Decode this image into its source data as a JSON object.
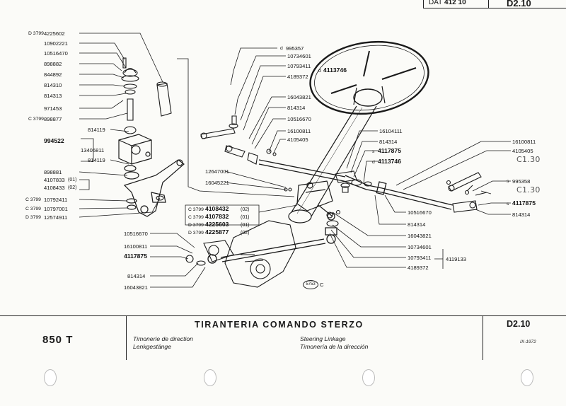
{
  "header": {
    "dat_prefix": "DAT",
    "dat_number": "412 10",
    "code": "D2.10"
  },
  "footer": {
    "model": "850 T",
    "title": "TIRANTERIA COMANDO STERZO",
    "subtitle_fr": "Timonerie de direction",
    "subtitle_de": "Lenkgestänge",
    "subtitle_en": "Steering Linkage",
    "subtitle_es": "Timonería de la dirección",
    "code": "D2.10",
    "date": "IX-1972"
  },
  "diagram": {
    "reference_mark": "5753",
    "reference_letter": "C",
    "left_column": [
      {
        "prefix": "D 3799",
        "number": "4225602",
        "bold": false
      },
      {
        "prefix": "",
        "number": "10902221",
        "bold": false
      },
      {
        "prefix": "",
        "number": "10516470",
        "bold": false
      },
      {
        "prefix": "",
        "number": "898882",
        "bold": false
      },
      {
        "prefix": "",
        "number": "844892",
        "bold": false
      },
      {
        "prefix": "",
        "number": "814310",
        "bold": false
      },
      {
        "prefix": "",
        "number": "814313",
        "bold": false
      },
      {
        "prefix": "",
        "number": "971453",
        "bold": false
      },
      {
        "prefix": "C 3799",
        "number": "898877",
        "bold": false
      }
    ],
    "box_column": [
      {
        "number": "814119",
        "bold": false
      },
      {
        "number": "994522",
        "bold": true
      },
      {
        "number": "13406811",
        "bold": false
      },
      {
        "number": "814119",
        "bold": false
      }
    ],
    "lower_left": [
      {
        "prefix": "",
        "number": "898881",
        "suffix": ""
      },
      {
        "prefix": "",
        "number": "4107833",
        "suffix": "(01)"
      },
      {
        "prefix": "",
        "number": "4108433",
        "suffix": "(02)"
      },
      {
        "prefix": "C 3799",
        "number": "10792411",
        "suffix": ""
      },
      {
        "prefix": "C 3799",
        "number": "10797001",
        "suffix": ""
      },
      {
        "prefix": "D 3799",
        "number": "12574911",
        "suffix": ""
      }
    ],
    "center_top": [
      {
        "prefix": "d",
        "number": "995357",
        "bold": false
      },
      {
        "prefix": "",
        "number": "10734601",
        "bold": false
      },
      {
        "prefix": "",
        "number": "10793411",
        "bold": false
      },
      {
        "prefix": "",
        "number": "4189372",
        "bold": false
      },
      {
        "prefix": "d",
        "number": "4113746",
        "bold": true
      },
      {
        "prefix": "",
        "number": "16043821",
        "bold": false
      },
      {
        "prefix": "",
        "number": "814314",
        "bold": false
      },
      {
        "prefix": "",
        "number": "10516670",
        "bold": false
      },
      {
        "prefix": "",
        "number": "16100811",
        "bold": false
      },
      {
        "prefix": "",
        "number": "4105405",
        "bold": false
      }
    ],
    "center_mid": [
      {
        "prefix": "",
        "number": "16104111",
        "bold": false
      },
      {
        "prefix": "",
        "number": "814314",
        "bold": false
      },
      {
        "prefix": "s",
        "number": "4117875",
        "bold": true
      },
      {
        "prefix": "d",
        "number": "4113746",
        "bold": true
      },
      {
        "prefix": "",
        "number": "12647001",
        "bold": false
      },
      {
        "prefix": "",
        "number": "16045221",
        "bold": false
      }
    ],
    "center_box": [
      {
        "prefix": "C 3799",
        "number": "4108432",
        "suffix": "(02)"
      },
      {
        "prefix": "C 3799",
        "number": "4107832",
        "suffix": "(01)"
      },
      {
        "prefix": "D 3799",
        "number": "4225603",
        "suffix": "(01)"
      },
      {
        "prefix": "D 3799",
        "number": "4225877",
        "suffix": "(02)"
      }
    ],
    "bottom_left": [
      {
        "number": "10516670",
        "bold": false
      },
      {
        "number": "16100811",
        "bold": false
      },
      {
        "number": "4117875",
        "bold": true
      },
      {
        "number": "814314",
        "bold": false
      },
      {
        "number": "16043821",
        "bold": false
      }
    ],
    "right_column": [
      {
        "prefix": "",
        "number": "16100811",
        "bold": false
      },
      {
        "prefix": "",
        "number": "4105405",
        "bold": false
      },
      {
        "prefix": "s",
        "number": "995358",
        "bold": false
      },
      {
        "prefix": "s",
        "number": "4117875",
        "bold": true
      },
      {
        "prefix": "",
        "number": "814314",
        "bold": false
      }
    ],
    "handwritten": [
      "C1.30",
      "C1.30"
    ],
    "bottom_center": [
      {
        "number": "10516670",
        "bold": false
      },
      {
        "number": "814314",
        "bold": false
      },
      {
        "number": "16043821",
        "bold": false
      },
      {
        "number": "10734601",
        "bold": false
      },
      {
        "number": "10793411",
        "bold": false
      },
      {
        "number": "4189372",
        "bold": false
      },
      {
        "number": "4119133",
        "bold": false
      }
    ]
  }
}
